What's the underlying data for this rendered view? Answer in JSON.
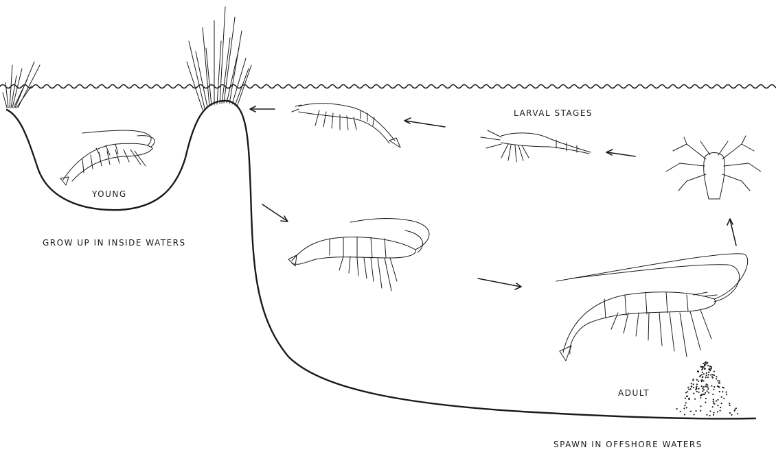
{
  "labels": {
    "larval_stages": "LARVAL   STAGES",
    "young": "YOUNG",
    "grow_up": "GROW UP IN INSIDE WATERS",
    "adult": "ADULT",
    "spawn": "SPAWN IN OFFSHORE WATERS"
  },
  "icons": [
    "shrimp-adult-icon",
    "shrimp-young-icon",
    "shrimp-postlarva-icon",
    "shrimp-juvenile-icon",
    "mysis-larva-icon",
    "nauplius-larva-icon",
    "eggs-icon",
    "marsh-grass-icon",
    "arrow-icon"
  ],
  "colors": {
    "ink": "#1a1a1a",
    "background": "#ffffff"
  }
}
